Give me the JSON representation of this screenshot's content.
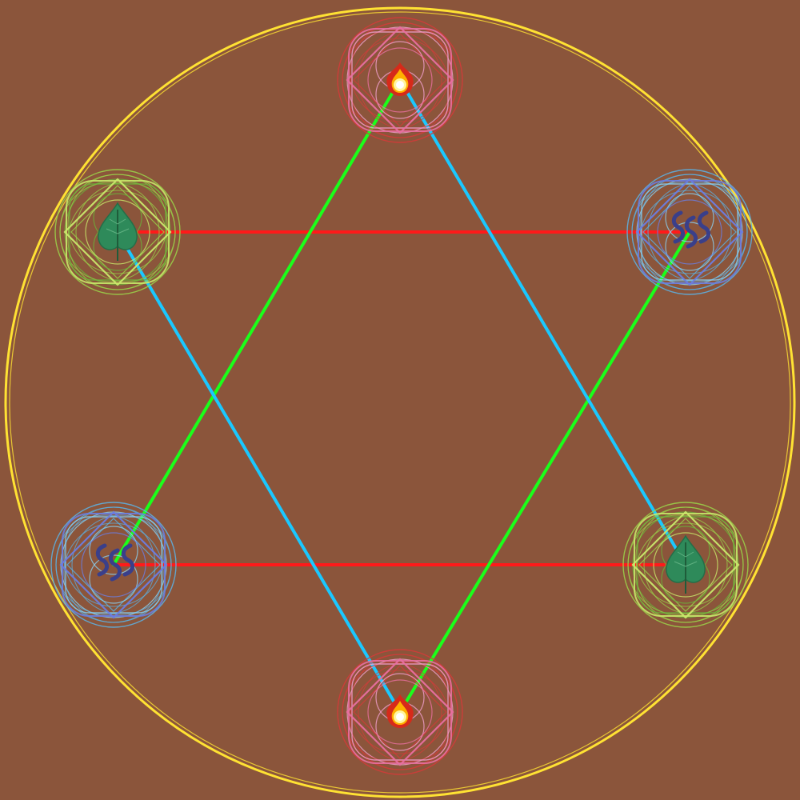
{
  "board": {
    "background": "#8b553b",
    "border_color": "#ffe233"
  },
  "elements": {
    "fire": {
      "icon": "fire-icon",
      "rune_colors": [
        "#d63a3a",
        "#e86fa0",
        "#f2a0d0"
      ]
    },
    "water": {
      "icon": "water-waves-icon",
      "rune_colors": [
        "#5ab4e8",
        "#6a7de0",
        "#8ad0f0"
      ]
    },
    "earth": {
      "icon": "leaf-icon",
      "rune_colors": [
        "#9ad64a",
        "#c8e86a",
        "#6ab03a"
      ]
    }
  },
  "nodes": [
    {
      "id": "top",
      "element": "fire"
    },
    {
      "id": "upper-right",
      "element": "water"
    },
    {
      "id": "lower-right",
      "element": "earth"
    },
    {
      "id": "bottom",
      "element": "fire"
    },
    {
      "id": "lower-left",
      "element": "water"
    },
    {
      "id": "upper-left",
      "element": "earth"
    }
  ],
  "links": [
    {
      "from": "upper-left",
      "to": "upper-right",
      "color": "#ff1a1a"
    },
    {
      "from": "lower-left",
      "to": "lower-right",
      "color": "#ff1a1a"
    },
    {
      "from": "top",
      "to": "lower-left",
      "color": "#1aff1a"
    },
    {
      "from": "upper-right",
      "to": "bottom",
      "color": "#1aff1a"
    },
    {
      "from": "top",
      "to": "lower-right",
      "color": "#1ac8ff"
    },
    {
      "from": "upper-left",
      "to": "bottom",
      "color": "#1ac8ff"
    }
  ]
}
